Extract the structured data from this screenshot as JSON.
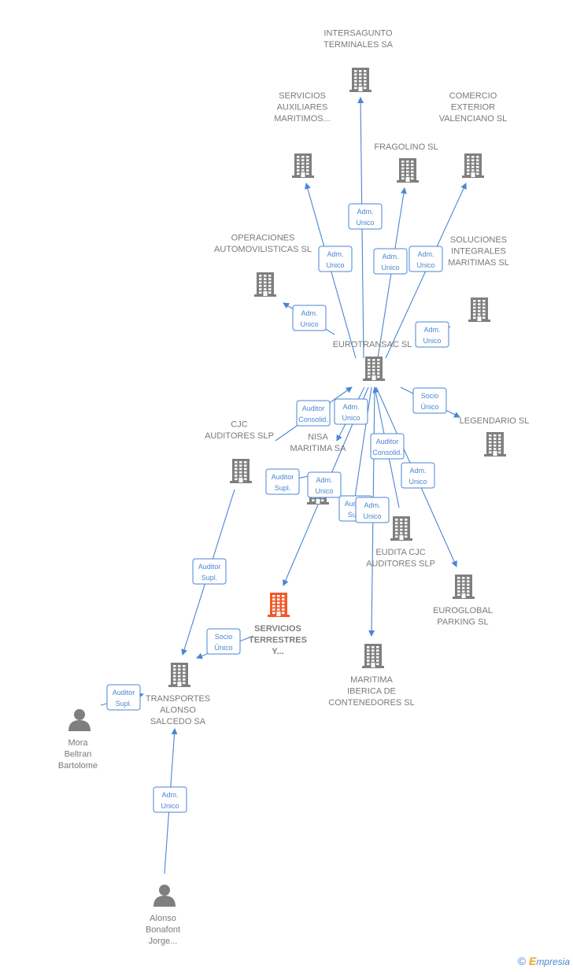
{
  "colors": {
    "node": "#7f7f7f",
    "highlight": "#f05a28",
    "edge": "#4a86d4"
  },
  "nodes": [
    {
      "id": "intersagunto",
      "type": "company",
      "label": [
        "INTERSAGUNTO",
        "TERMINALES SA"
      ]
    },
    {
      "id": "servicios_aux",
      "type": "company",
      "label": [
        "SERVICIOS",
        "AUXILIARES",
        "MARITIMOS..."
      ]
    },
    {
      "id": "fragolino",
      "type": "company",
      "label": [
        "FRAGOLINO SL"
      ]
    },
    {
      "id": "comercio",
      "type": "company",
      "label": [
        "COMERCIO",
        "EXTERIOR",
        "VALENCIANO SL"
      ]
    },
    {
      "id": "operaciones",
      "type": "company",
      "label": [
        "OPERACIONES",
        "AUTOMOVILISTICAS SL"
      ]
    },
    {
      "id": "soluciones",
      "type": "company",
      "label": [
        "SOLUCIONES",
        "INTEGRALES",
        "MARITIMAS SL"
      ]
    },
    {
      "id": "eurotransac",
      "type": "company",
      "label": [
        "EUROTRANSAC SL"
      ]
    },
    {
      "id": "legendario",
      "type": "company",
      "label": [
        "LEGENDARIO SL"
      ]
    },
    {
      "id": "cjc",
      "type": "company",
      "label": [
        "CJC",
        "AUDITORES SLP"
      ]
    },
    {
      "id": "nisa",
      "type": "company",
      "label": [
        "NISA",
        "MARITIMA SA"
      ]
    },
    {
      "id": "eudita",
      "type": "company",
      "label": [
        "EUDITA CJC",
        "AUDITORES SLP"
      ]
    },
    {
      "id": "euroglobal",
      "type": "company",
      "label": [
        "EUROGLOBAL",
        "PARKING SL"
      ]
    },
    {
      "id": "servicios_terr",
      "type": "company",
      "main": true,
      "label": [
        "SERVICIOS",
        "TERRESTRES",
        "Y..."
      ]
    },
    {
      "id": "maritima",
      "type": "company",
      "label": [
        "MARITIMA",
        "IBERICA DE",
        "CONTENEDORES SL"
      ]
    },
    {
      "id": "transportes",
      "type": "company",
      "label": [
        "TRANSPORTES",
        "ALONSO",
        "SALCEDO SA"
      ]
    },
    {
      "id": "mora",
      "type": "person",
      "label": [
        "Mora",
        "Beltran",
        "Bartolome"
      ]
    },
    {
      "id": "alonso",
      "type": "person",
      "label": [
        "Alonso",
        "Bonafont",
        "Jorge..."
      ]
    }
  ],
  "relations": [
    {
      "label": [
        "Adm.",
        "Unico"
      ]
    },
    {
      "label": [
        "Adm.",
        "Unico"
      ]
    },
    {
      "label": [
        "Adm.",
        "Unico"
      ]
    },
    {
      "label": [
        "Adm.",
        "Unico"
      ]
    },
    {
      "label": [
        "Adm.",
        "Unico"
      ]
    },
    {
      "label": [
        "Adm.",
        "Unico"
      ]
    },
    {
      "label": [
        "Socio",
        "Único"
      ]
    },
    {
      "label": [
        "Auditor",
        "Consolid."
      ]
    },
    {
      "label": [
        "Adm.",
        "Unico"
      ]
    },
    {
      "label": [
        "Auditor",
        "Supl."
      ]
    },
    {
      "label": [
        "Adm.",
        "Unico"
      ]
    },
    {
      "label": [
        "Auditor",
        "Supl."
      ]
    },
    {
      "label": [
        "Auditor",
        "Consolid."
      ]
    },
    {
      "label": [
        "Adm.",
        "Unico"
      ]
    },
    {
      "label": [
        "Adm.",
        "Unico"
      ]
    },
    {
      "label": [
        "Auditor",
        "Supl."
      ]
    },
    {
      "label": [
        "Socio",
        "Único"
      ]
    },
    {
      "label": [
        "Auditor",
        "Supl."
      ]
    },
    {
      "label": [
        "Adm.",
        "Unico"
      ]
    }
  ],
  "footer": {
    "copyright": "©",
    "brand_e": "E",
    "brand_rest": "mpresia"
  }
}
